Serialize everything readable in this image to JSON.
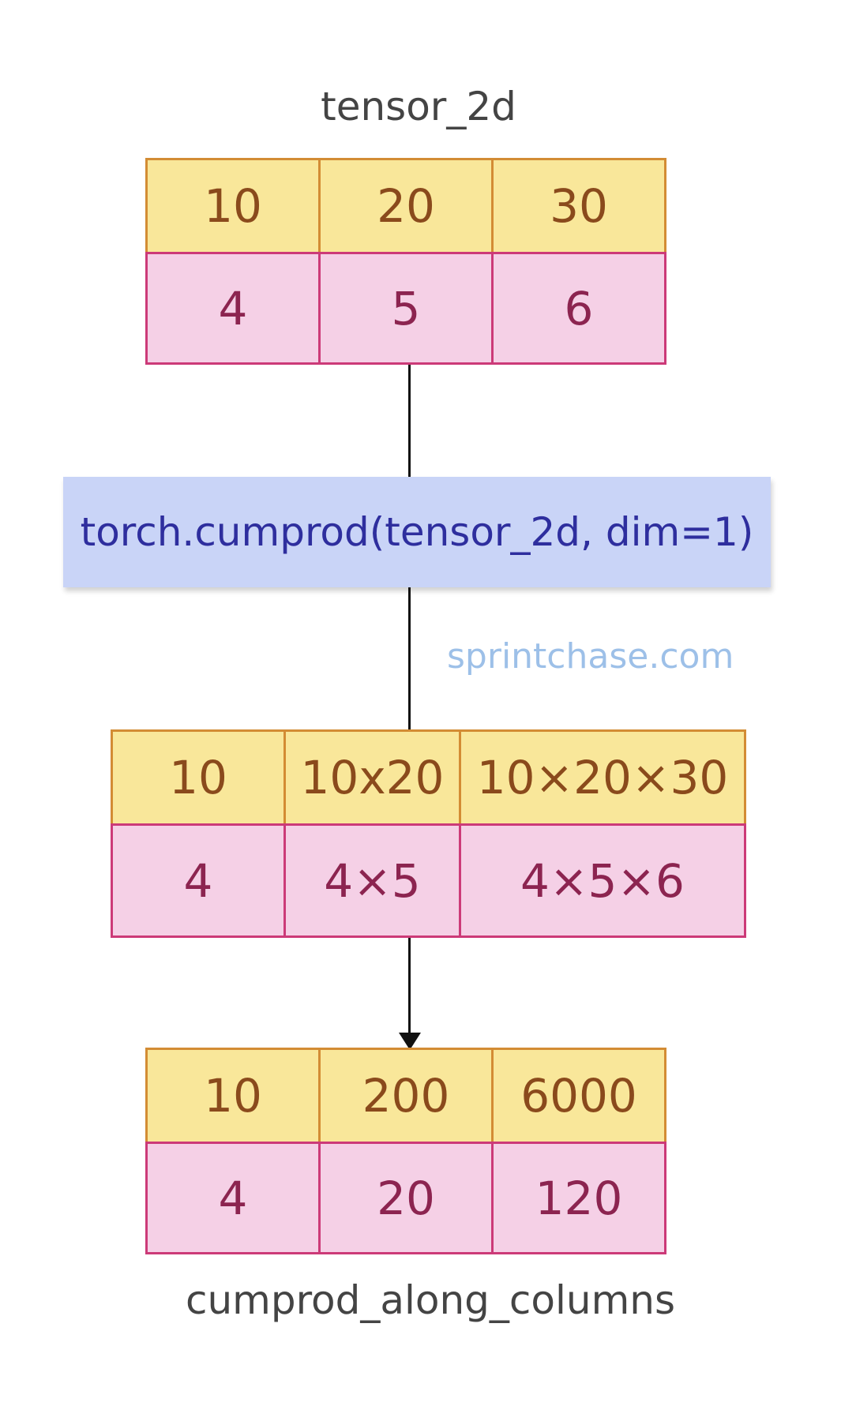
{
  "input": {
    "title": "tensor_2d",
    "rows": [
      [
        "10",
        "20",
        "30"
      ],
      [
        "4",
        "5",
        "6"
      ]
    ]
  },
  "operation": {
    "label": "torch.cumprod(tensor_2d, dim=1)"
  },
  "watermark": "sprintchase.com",
  "steps": {
    "rows": [
      [
        "10",
        "10x20",
        "10×20×30"
      ],
      [
        "4",
        "4×5",
        "4×5×6"
      ]
    ]
  },
  "output": {
    "title": "cumprod_along_columns",
    "rows": [
      [
        "10",
        "200",
        "6000"
      ],
      [
        "4",
        "20",
        "120"
      ]
    ]
  },
  "colors": {
    "top_row_fill": "#f9e79a",
    "top_row_border": "#d38c34",
    "bottom_row_fill": "#f5d0e6",
    "bottom_row_border": "#cc3a78",
    "operation_fill": "#c9d4f7",
    "operation_text": "#2e2e9e",
    "watermark_text": "#9dc0e8"
  }
}
